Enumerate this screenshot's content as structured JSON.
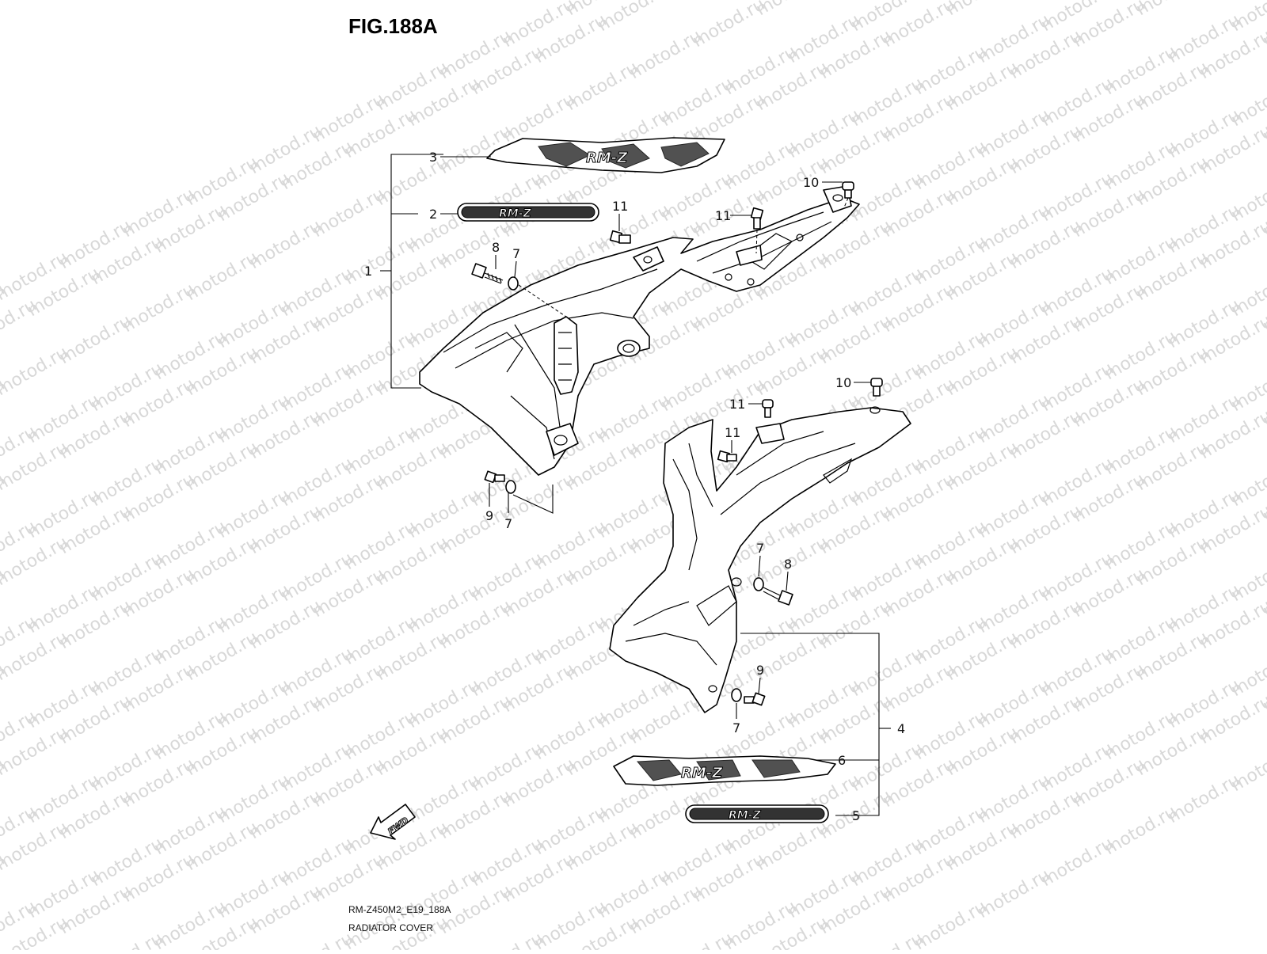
{
  "figure": {
    "title": "FIG.188A",
    "code": "RM-Z450M2_E19_188A",
    "caption": "RADIATOR COVER"
  },
  "watermark": {
    "text": "motod.ru",
    "color": "#d8d8d8"
  },
  "callouts": [
    {
      "id": "c1",
      "label": "1"
    },
    {
      "id": "c2",
      "label": "2"
    },
    {
      "id": "c3",
      "label": "3"
    },
    {
      "id": "c4",
      "label": "4"
    },
    {
      "id": "c5",
      "label": "5"
    },
    {
      "id": "c6",
      "label": "6"
    },
    {
      "id": "c7a",
      "label": "7"
    },
    {
      "id": "c7b",
      "label": "7"
    },
    {
      "id": "c7c",
      "label": "7"
    },
    {
      "id": "c7d",
      "label": "7"
    },
    {
      "id": "c8a",
      "label": "8"
    },
    {
      "id": "c8b",
      "label": "8"
    },
    {
      "id": "c9a",
      "label": "9"
    },
    {
      "id": "c9b",
      "label": "9"
    },
    {
      "id": "c10a",
      "label": "10"
    },
    {
      "id": "c10b",
      "label": "10"
    },
    {
      "id": "c11a",
      "label": "11"
    },
    {
      "id": "c11b",
      "label": "11"
    },
    {
      "id": "c11c",
      "label": "11"
    },
    {
      "id": "c11d",
      "label": "11"
    }
  ],
  "badges": {
    "rmz_small": "RM-Z",
    "rmz_big": "RM-Z",
    "fwd": "FWD"
  },
  "icons": {
    "fwd_arrow": "fwd-arrow-icon"
  }
}
